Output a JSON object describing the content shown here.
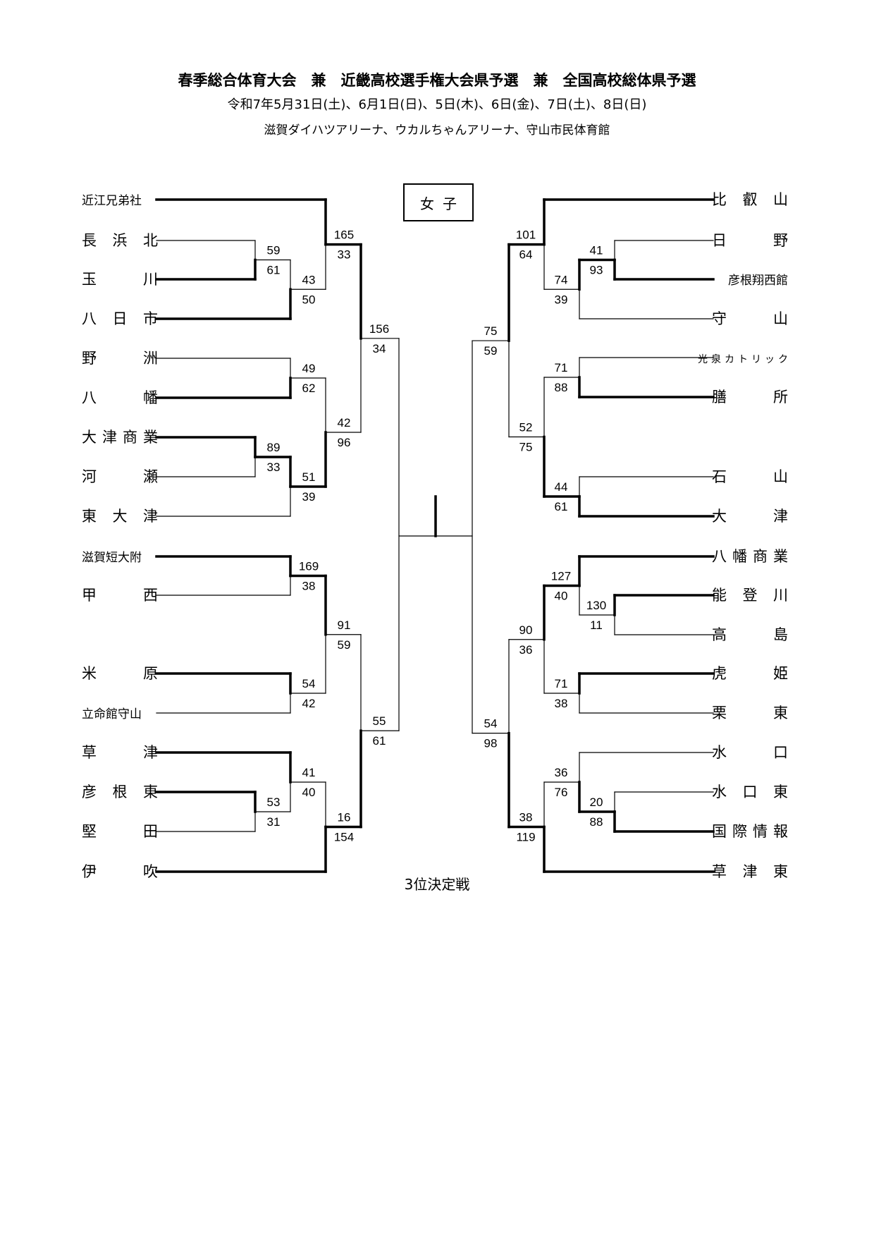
{
  "header": {
    "title": "春季総合体育大会　兼　近畿高校選手権大会県予選　兼　全国高校総体県予選",
    "dates": "令和7年5月31日(土)、6月1日(日)、5日(木)、6日(金)、7日(土)、8日(日)",
    "venue": "滋賀ダイハツアリーナ、ウカルちゃんアリーナ、守山市民体育館",
    "division": "女子"
  },
  "left_teams": [
    "近江兄弟社",
    "長浜北",
    "玉川",
    "八日市",
    "野洲",
    "八幡",
    "大津商業",
    "河瀬",
    "東大津",
    "滋賀短大附",
    "甲西",
    "米原",
    "立命館守山",
    "草津",
    "彦根東",
    "堅田",
    "伊吹"
  ],
  "right_teams": [
    "比叡山",
    "日野",
    "彦根翔西館",
    "守山",
    "光泉カトリック",
    "膳所",
    "石山",
    "大津",
    "八幡商業",
    "能登川",
    "高島",
    "虎姫",
    "栗東",
    "水口",
    "水口東",
    "国際情報",
    "草津東"
  ],
  "left_scores": [
    {
      "top": "59",
      "bottom": "61"
    },
    {
      "top": "43",
      "bottom": "50"
    },
    {
      "top": "165",
      "bottom": "33"
    },
    {
      "top": "49",
      "bottom": "62"
    },
    {
      "top": "89",
      "bottom": "33"
    },
    {
      "top": "51",
      "bottom": "39"
    },
    {
      "top": "42",
      "bottom": "96"
    },
    {
      "top": "156",
      "bottom": "34"
    },
    {
      "top": "169",
      "bottom": "38"
    },
    {
      "top": "54",
      "bottom": "42"
    },
    {
      "top": "91",
      "bottom": "59"
    },
    {
      "top": "53",
      "bottom": "31"
    },
    {
      "top": "41",
      "bottom": "40"
    },
    {
      "top": "16",
      "bottom": "154"
    },
    {
      "top": "55",
      "bottom": "61"
    }
  ],
  "right_scores": [
    {
      "top": "41",
      "bottom": "93"
    },
    {
      "top": "74",
      "bottom": "39"
    },
    {
      "top": "101",
      "bottom": "64"
    },
    {
      "top": "71",
      "bottom": "88"
    },
    {
      "top": "44",
      "bottom": "61"
    },
    {
      "top": "52",
      "bottom": "75"
    },
    {
      "top": "75",
      "bottom": "59"
    },
    {
      "top": "130",
      "bottom": "11"
    },
    {
      "top": "127",
      "bottom": "40"
    },
    {
      "top": "71",
      "bottom": "38"
    },
    {
      "top": "90",
      "bottom": "36"
    },
    {
      "top": "20",
      "bottom": "88"
    },
    {
      "top": "36",
      "bottom": "76"
    },
    {
      "top": "38",
      "bottom": "119"
    },
    {
      "top": "54",
      "bottom": "98"
    }
  ],
  "third_place_label": "3位決定戦"
}
